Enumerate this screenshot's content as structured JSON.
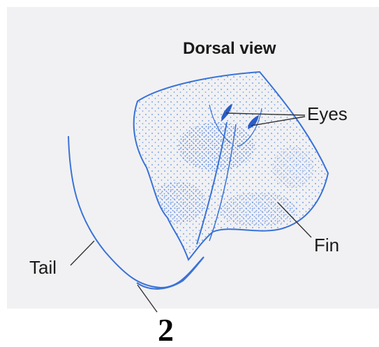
{
  "diagram": {
    "title": "Dorsal view",
    "labels": {
      "eyes": "Eyes",
      "fin": "Fin",
      "tail": "Tail"
    },
    "figure_number": "2"
  },
  "colors": {
    "background_panel": "#f1f1f3",
    "outline_blue": "#3a72d8",
    "stipple_blue": "#5b8fe6",
    "leader_line": "#333333",
    "text": "#1a1a1a"
  },
  "icons": [
    "stingray-illustration"
  ]
}
